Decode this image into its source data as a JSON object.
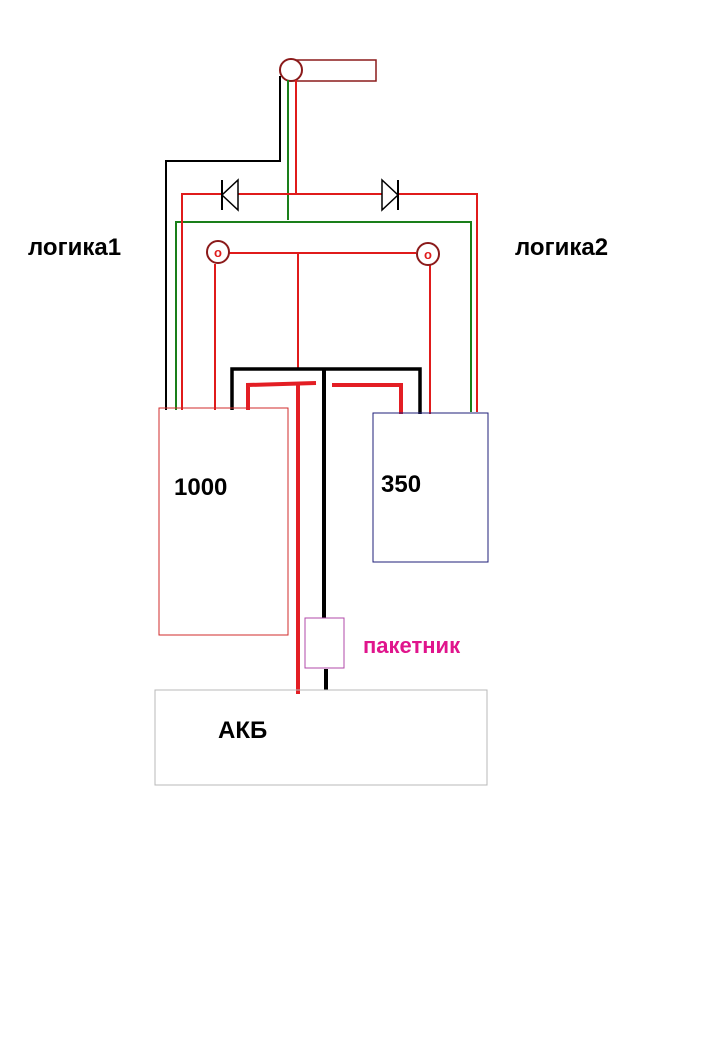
{
  "labels": {
    "logic1": "логика1",
    "logic2": "логика2",
    "block_1000": "1000",
    "block_350": "350",
    "switch": "пакетник",
    "battery": "АКБ",
    "indicator_left": "o",
    "indicator_right": "o"
  },
  "colors": {
    "wire_red": "#e01b1b",
    "wire_red_thick": "#e31e24",
    "wire_green": "#1a7f1a",
    "wire_black": "#000000",
    "block_1000_border": "#d12b2b",
    "block_350_border": "#1f1f7a",
    "switch_border": "#b04aa8",
    "switch_label": "#e0158c",
    "battery_border": "#b8b8b8",
    "handle_outline": "#8b1a1a"
  }
}
